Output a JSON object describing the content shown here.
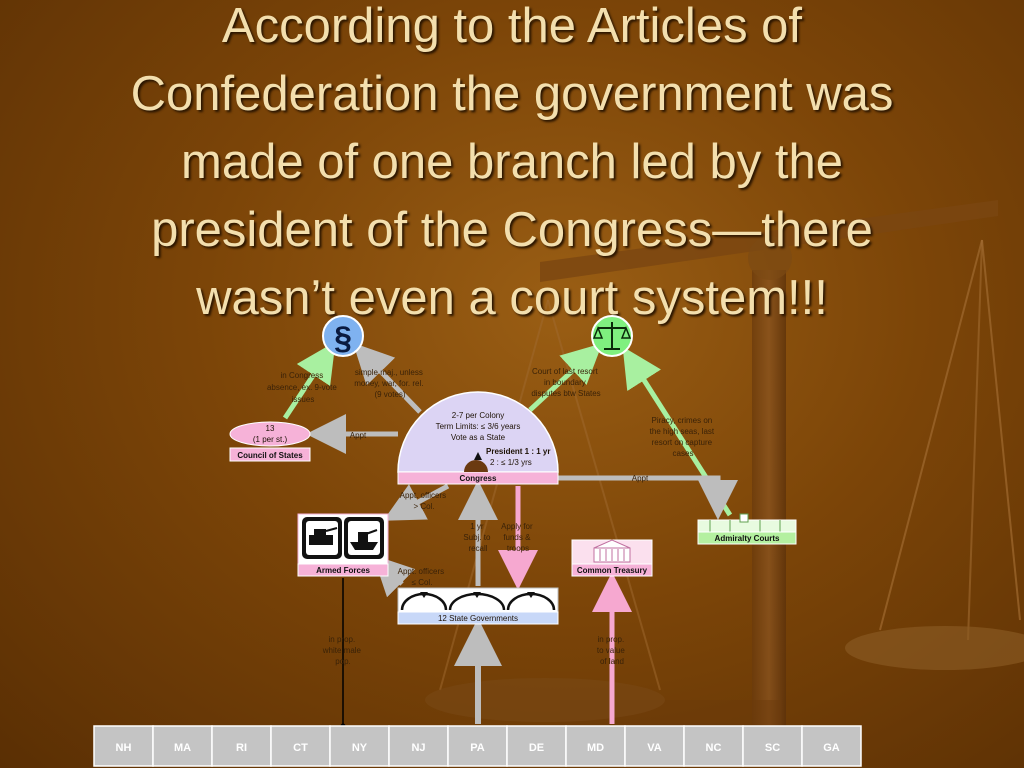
{
  "title_lines": [
    "According to the Articles of",
    "Confederation the government was",
    "made of one branch led by the",
    "president of the Congress—there",
    "wasn’t even a court system!!!"
  ],
  "icons": {
    "law": "section-sign-icon",
    "justice": "scales-icon"
  },
  "congress": {
    "line1": "2-7 per Colony",
    "line2": "Term Limits: ≤ 3/6 years",
    "line3": "Vote as a State",
    "president_1": "President 1 : 1 yr",
    "president_2": "2 : ≤ 1/3 yrs",
    "label": "Congress"
  },
  "council": {
    "count": "13",
    "sub": "(1 per st.)",
    "label": "Council of States"
  },
  "armed_forces": {
    "label": "Armed Forces"
  },
  "treasury": {
    "label": "Common Treasury"
  },
  "admiralty": {
    "label": "Admiralty Courts"
  },
  "state_governments": {
    "label": "12 State Governments"
  },
  "edges": {
    "council_to_law": [
      "in Congress",
      "absence, ex. 9-vote",
      "issues"
    ],
    "congress_to_law": [
      "simple maj., unless",
      "money, war, for. rel.",
      "(9 votes)"
    ],
    "congress_to_justice": [
      "Court of last resort",
      "in boundary",
      "disputes btw States"
    ],
    "admiralty_to_justice": [
      "Piracy, crimes on",
      "the high seas, last",
      "resort on capture",
      "cases"
    ],
    "appt_council": "Appt",
    "appt_admiralty": "Appt",
    "appt_officers_1": [
      "Appt. officers",
      "> Col."
    ],
    "appt_officers_2": [
      "Appt. officers",
      "≤ Col."
    ],
    "states_to_congress": [
      "1 yr",
      "Subj. to",
      "recall"
    ],
    "congress_request": [
      "Apply for",
      "funds &",
      "troops"
    ],
    "armed_forces_pop": [
      "in prop.",
      "white male",
      "pop."
    ],
    "treasury_land": [
      "in prop.",
      "to value",
      "of land"
    ]
  },
  "states": [
    "NH",
    "MA",
    "RI",
    "CT",
    "NY",
    "NJ",
    "PA",
    "DE",
    "MD",
    "VA",
    "NC",
    "SC",
    "GA"
  ],
  "colors": {
    "law_circle": "#7fb2f0",
    "justice_circle": "#7ff07f",
    "congress_fill": "#dcd4f4",
    "pink": "#f6b2d8",
    "green_box": "#b4f0a0",
    "arrow_gray": "#bdbdbd",
    "arrow_green": "#a8f0a0",
    "arrow_pink": "#f6a8d0",
    "title_text": "#f3dfae"
  }
}
